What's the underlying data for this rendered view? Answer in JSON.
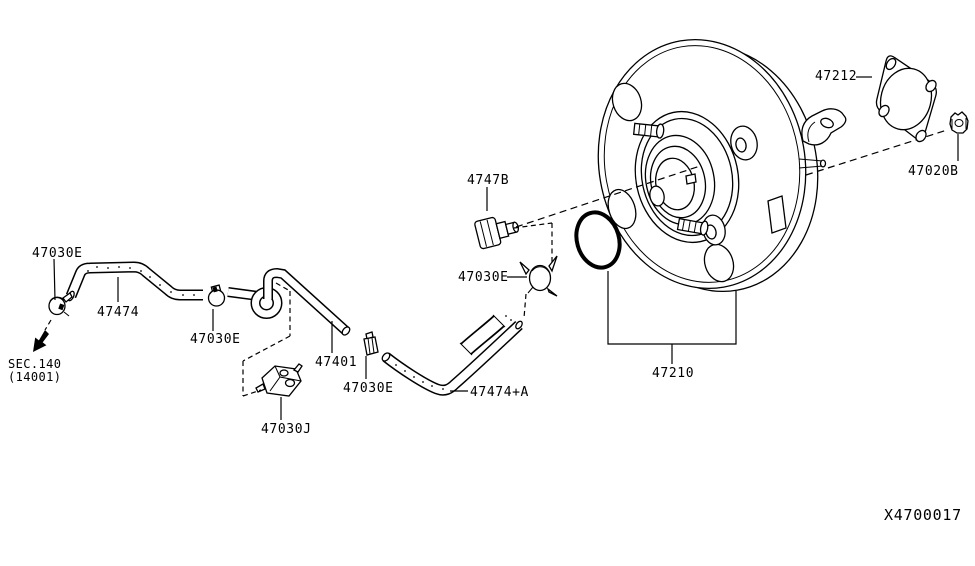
{
  "diagram": {
    "background_color": "#ffffff",
    "line_color": "#000000",
    "drawing_number": "X4700017",
    "icons": {
      "section_arrow_icon": "solid-arrow-down-left"
    },
    "labels": [
      {
        "id": "clamp-top-left",
        "text": "47030E"
      },
      {
        "id": "hose-front",
        "text": "47474"
      },
      {
        "id": "clamp-middle",
        "text": "47030E"
      },
      {
        "id": "section-ref-line1",
        "text": "SEC.140"
      },
      {
        "id": "section-ref-line2",
        "text": "(14001)"
      },
      {
        "id": "check-valve",
        "text": "47030J"
      },
      {
        "id": "hose-center",
        "text": "47401"
      },
      {
        "id": "clamp-center",
        "text": "47030E"
      },
      {
        "id": "hose-rear",
        "text": "47474+A"
      },
      {
        "id": "clamp-right",
        "text": "47030E"
      },
      {
        "id": "hose-connector",
        "text": "4747B"
      },
      {
        "id": "gasket",
        "text": "47212"
      },
      {
        "id": "nut",
        "text": "47020B"
      },
      {
        "id": "booster-assembly",
        "text": "47210"
      },
      {
        "id": "drawing-number",
        "text": "X4700017"
      }
    ]
  }
}
